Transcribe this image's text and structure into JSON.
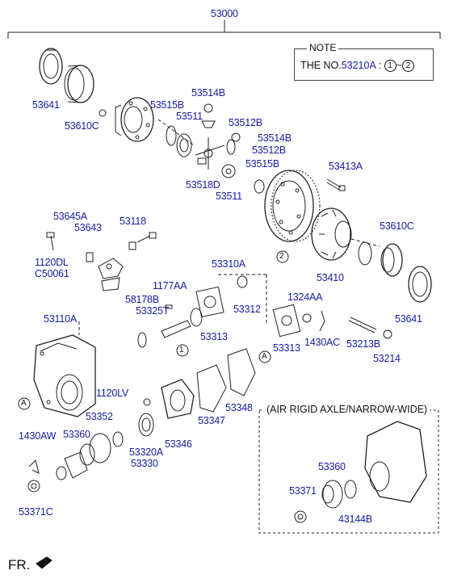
{
  "assembly_no": "53000",
  "note": {
    "title": "NOTE",
    "text_prefix": "THE NO.",
    "part_ref": "53210A",
    "separator": " : ",
    "range_start": "1",
    "range_sep": "~",
    "range_end": "2"
  },
  "labels": {
    "p53641_top": "53641",
    "p53610c_top": "53610C",
    "p53514b_a": "53514B",
    "p53515b_a": "53515B",
    "p53511_a": "53511",
    "p53512b_a": "53512B",
    "p53514b_b": "53514B",
    "p53512b_b": "53512B",
    "p53515b_b": "53515B",
    "p53518d": "53518D",
    "p53511_b": "53511",
    "p53413a": "53413A",
    "p53645a": "53645A",
    "p53643": "53643",
    "p53118": "53118",
    "p1120dl": "1120DL",
    "pc50061": "C50061",
    "p53310a": "53310A",
    "p1177aa": "1177AA",
    "p58178b": "58178B",
    "p53325t": "53325T",
    "p53312": "53312",
    "p53313_a": "53313",
    "p1324aa": "1324AA",
    "p53410": "53410",
    "p53610c_right": "53610C",
    "p53641_right": "53641",
    "p53110a": "53110A",
    "p53313_b": "53313",
    "p1430ac": "1430AC",
    "p53213b": "53213B",
    "p53214": "53214",
    "p1120lv": "1120LV",
    "p53348": "53348",
    "p53347": "53347",
    "p53352": "53352",
    "p53346": "53346",
    "p1430aw": "1430AW",
    "p53360_a": "53360",
    "p53320a": "53320A",
    "p53330": "53330",
    "p53371c": "53371C",
    "p53360_b": "53360",
    "p53371": "53371",
    "p43144b": "43144B"
  },
  "markers": {
    "circle_1": "1",
    "circle_2": "2",
    "triangle_a_left": "A",
    "triangle_a_right": "A"
  },
  "inset_title": "(AIR RIGID AXLE/NARROW-WIDE)",
  "front_label": "FR."
}
